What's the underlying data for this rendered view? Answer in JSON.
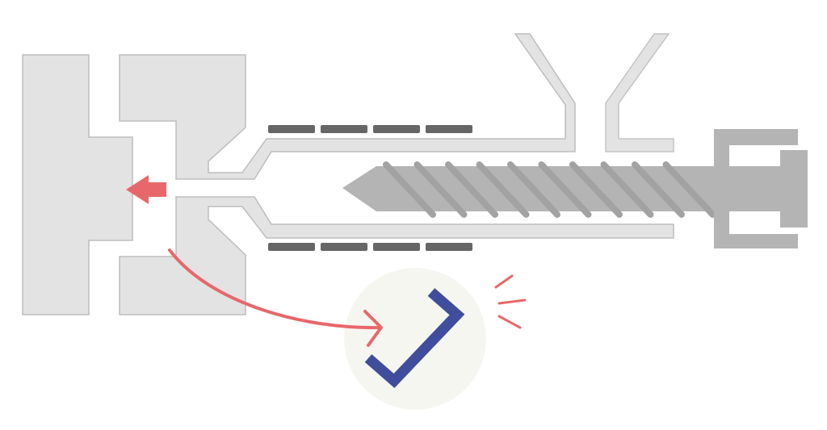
{
  "diagram": {
    "subject": "injection-molding-machine",
    "colors": {
      "background": "#ffffff",
      "mold_fill": "#e3e3e3",
      "mold_stroke": "#bdbdbd",
      "barrel_fill": "#e3e3e3",
      "barrel_stroke": "#c4c4c4",
      "heater_band": "#666666",
      "screw_fill": "#b4b4b4",
      "screw_flight": "#a2a2a2",
      "arrow_red": "#e8676a",
      "checkmark_blue": "#3f4d9c",
      "badge_bg": "#f6f6f1"
    },
    "icons": {
      "injection_direction": "arrow-left-icon",
      "flow_path": "curved-arrow-icon",
      "result": "checkmark-icon",
      "emphasis": "sparkle-lines-icon"
    },
    "heater_bands_per_row": 4,
    "screw_flights": 10
  }
}
